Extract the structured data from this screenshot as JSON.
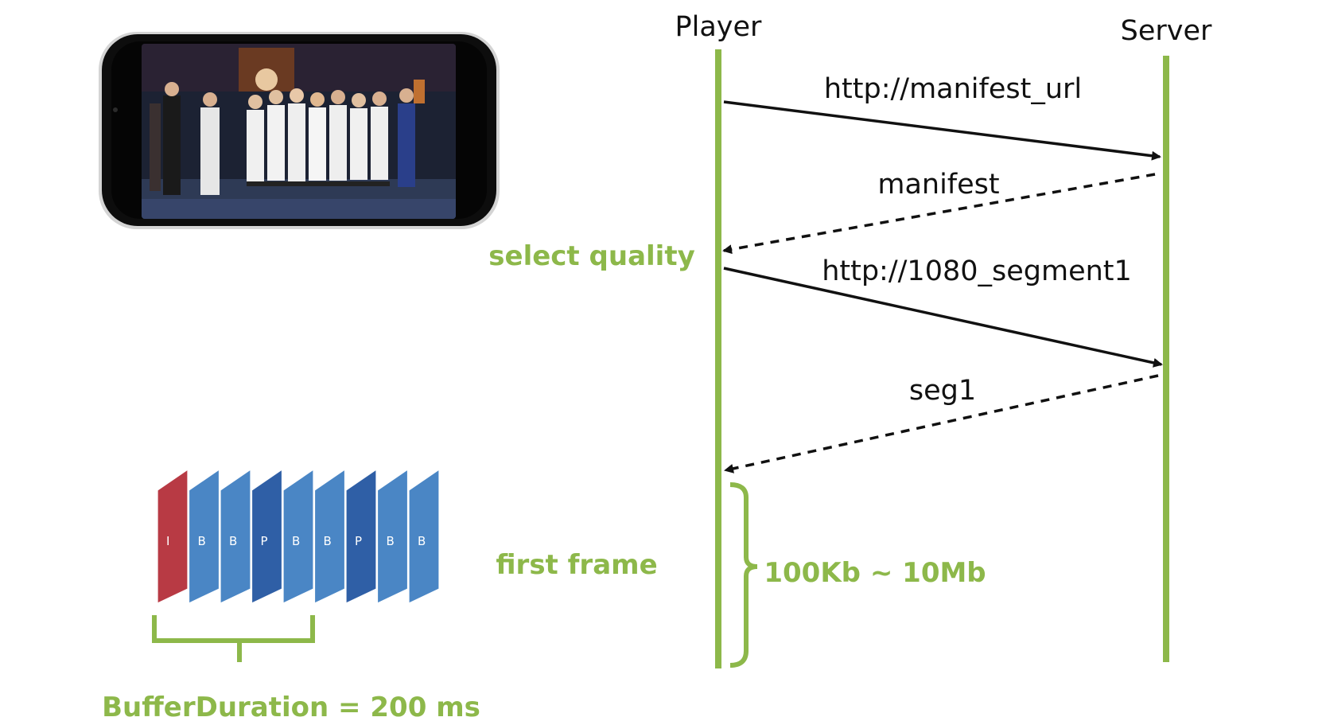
{
  "lifelines": {
    "player": "Player",
    "server": "Server"
  },
  "messages": [
    {
      "label": "http://manifest_url",
      "from": "player",
      "to": "server",
      "style": "solid"
    },
    {
      "label": "manifest",
      "from": "server",
      "to": "player",
      "style": "dashed"
    },
    {
      "label": "http://1080_segment1",
      "from": "player",
      "to": "server",
      "style": "solid"
    },
    {
      "label": "seg1",
      "from": "server",
      "to": "player",
      "style": "dashed"
    }
  ],
  "notes": {
    "select_quality": "select quality",
    "first_frame": "first frame",
    "size_range": "100Kb ~ 10Mb",
    "buffer_duration": "BufferDuration =  200 ms"
  },
  "frames": [
    {
      "label": "I",
      "type": "I"
    },
    {
      "label": "B",
      "type": "B"
    },
    {
      "label": "B",
      "type": "B"
    },
    {
      "label": "P",
      "type": "P"
    },
    {
      "label": "B",
      "type": "B"
    },
    {
      "label": "B",
      "type": "B"
    },
    {
      "label": "P",
      "type": "P"
    },
    {
      "label": "B",
      "type": "B"
    },
    {
      "label": "B",
      "type": "B"
    }
  ],
  "colors": {
    "accent_green": "#8db84a",
    "i_frame": "#b83a44",
    "b_frame": "#4a86c5",
    "p_frame": "#2f5fa6",
    "arrow": "#111111"
  }
}
